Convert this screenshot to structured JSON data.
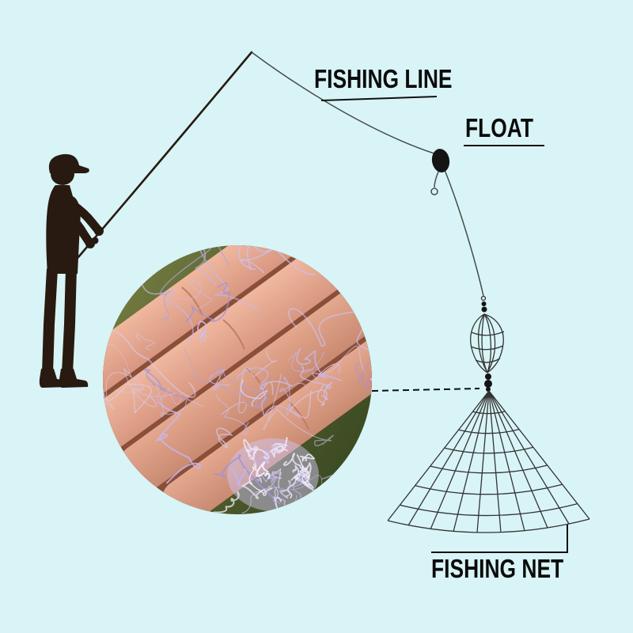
{
  "labels": {
    "fishing_line": "FISHING LINE",
    "float": "FLOAT",
    "fishing_net": "FISHING NET"
  },
  "colors": {
    "background": "#d8f4f6",
    "label_text": "#0b0b0b",
    "leader_line": "#101010",
    "silhouette": "#281a11",
    "fishing_line": "#4a4a4a",
    "net_line": "#333333",
    "float_fill": "#141414",
    "inset_olive": "#55612e",
    "skin_light": "#f0b89f",
    "skin_dark": "#c98a72",
    "mesh_lavender": "#b7a6e6"
  }
}
